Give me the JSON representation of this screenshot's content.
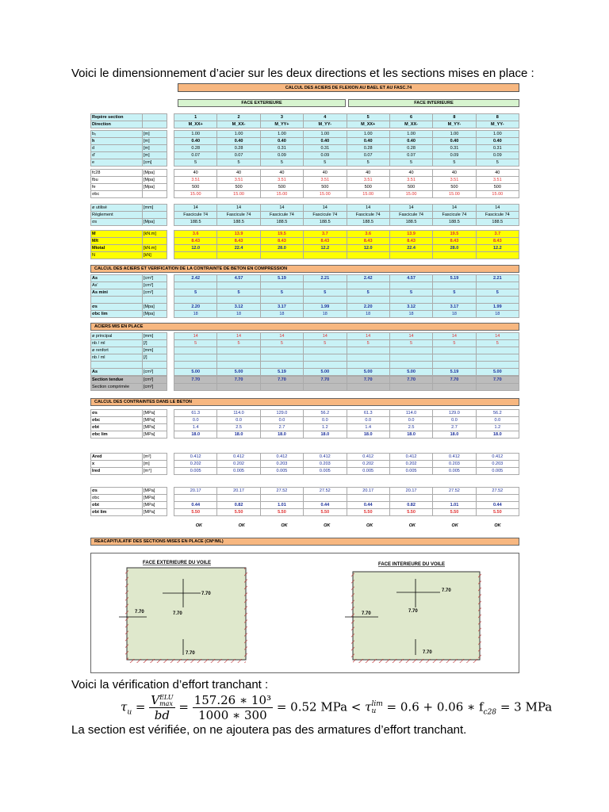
{
  "intro": "Voici le dimensionnement d’acier sur les deux directions et les sections mises en place :",
  "table_title": "CALCUL DES ACIERS DE FLEXION AU BAEL ET AU FASC.74",
  "face_ext": "FACE EXTERIEURE",
  "face_int": "FACE INTERIEURE",
  "header": {
    "label1": "Repère section",
    "label2": "Direction",
    "nums": [
      "1",
      "2",
      "3",
      "4",
      "5",
      "6",
      "8",
      "8"
    ],
    "dirs": [
      "M_XX+",
      "M_XX-",
      "M_YY+",
      "M_YY-",
      "M_XX+",
      "M_XX-",
      "M_YY-",
      "M_YY-"
    ]
  },
  "groups": [
    {
      "cls": "cy",
      "rows": [
        {
          "lab": "b₀",
          "un": "[m]",
          "v": [
            "1.00",
            "1.00",
            "1.00",
            "1.00",
            "1.00",
            "1.00",
            "1.00",
            "1.00"
          ],
          "c": ""
        },
        {
          "lab": "h",
          "un": "[m]",
          "v": [
            "0.40",
            "0.40",
            "0.40",
            "0.40",
            "0.40",
            "0.40",
            "0.40",
            "0.40"
          ],
          "c": "b"
        },
        {
          "lab": "d",
          "un": "[m]",
          "v": [
            "0.28",
            "0.28",
            "0.31",
            "0.31",
            "0.28",
            "0.28",
            "0.31",
            "0.31"
          ],
          "c": ""
        },
        {
          "lab": "d'",
          "un": "[m]",
          "v": [
            "0.07",
            "0.07",
            "0.09",
            "0.09",
            "0.07",
            "0.07",
            "0.09",
            "0.09"
          ],
          "c": ""
        },
        {
          "lab": "e",
          "un": "[cm]",
          "v": [
            "5",
            "5",
            "5",
            "5",
            "5",
            "5",
            "5",
            "5"
          ],
          "c": ""
        }
      ]
    },
    {
      "cls": "wh",
      "rows": [
        {
          "lab": "fc28",
          "un": "[Mpa]",
          "v": [
            "40",
            "40",
            "40",
            "40",
            "40",
            "40",
            "40",
            "40"
          ],
          "c": ""
        },
        {
          "lab": "fbu",
          "un": "[Mpa]",
          "v": [
            "3.51",
            "3.51",
            "3.51",
            "3.51",
            "3.51",
            "3.51",
            "3.51",
            "3.51"
          ],
          "c": "red"
        },
        {
          "lab": "fe",
          "un": "[Mpa]",
          "v": [
            "500",
            "500",
            "500",
            "500",
            "500",
            "500",
            "500",
            "500"
          ],
          "c": ""
        },
        {
          "lab": "σbc",
          "un": "",
          "v": [
            "15.00",
            "15.00",
            "15.00",
            "15.00",
            "15.00",
            "15.00",
            "15.00",
            "15.00"
          ],
          "c": "red"
        }
      ]
    },
    {
      "cls": "cy",
      "rows": [
        {
          "lab": "ø utilisé",
          "un": "[mm]",
          "v": [
            "14",
            "14",
            "14",
            "14",
            "14",
            "14",
            "14",
            "14"
          ],
          "c": ""
        },
        {
          "lab": "Règlement",
          "un": "",
          "v": [
            "Fascicule 74",
            "Fascicule 74",
            "Fascicule 74",
            "Fascicule 74",
            "Fascicule 74",
            "Fascicule 74",
            "Fascicule 74",
            "Fascicule 74"
          ],
          "c": ""
        },
        {
          "lab": "σs",
          "un": "[Mpa]",
          "v": [
            "188.5",
            "188.5",
            "188.5",
            "188.5",
            "188.5",
            "188.5",
            "188.5",
            "188.5"
          ],
          "c": ""
        }
      ]
    },
    {
      "cls": "yl",
      "rows": [
        {
          "lab": "M",
          "un": "[kN.m]",
          "v": [
            "3.6",
            "13.9",
            "19.5",
            "3.7",
            "3.6",
            "13.9",
            "19.5",
            "3.7"
          ],
          "c": "b red"
        },
        {
          "lab": "M/t",
          "un": "",
          "v": [
            "8.43",
            "8.43",
            "8.43",
            "8.43",
            "8.43",
            "8.43",
            "8.43",
            "8.43"
          ],
          "c": "b red"
        },
        {
          "lab": "Mtotal",
          "un": "[kN.m]",
          "v": [
            "12.0",
            "22.4",
            "28.0",
            "12.2",
            "12.0",
            "22.4",
            "28.0",
            "12.2"
          ],
          "c": "b blu"
        },
        {
          "lab": "N",
          "un": "[kN]",
          "v": [
            "",
            "",
            "",
            "",
            "",
            "",
            "",
            ""
          ],
          "c": ""
        }
      ]
    }
  ],
  "sec2_title": "CALCUL DES ACIERS ET VERIFICATION DE LA CONTRAINTE DE BETON EN COMPRESSION",
  "groups2": [
    {
      "cls": "cy",
      "rows": [
        {
          "lab": "As",
          "un": "[cm²]",
          "v": [
            "2.42",
            "4.57",
            "5.19",
            "2.21",
            "2.42",
            "4.57",
            "5.19",
            "2.21"
          ],
          "c": "b blu"
        },
        {
          "lab": "As'",
          "un": "[cm²]",
          "v": [
            "",
            "",
            "",
            "",
            "",
            "",
            "",
            ""
          ],
          "c": ""
        },
        {
          "lab": "As mini",
          "un": "[cm²]",
          "v": [
            "5",
            "5",
            "5",
            "5",
            "5",
            "5",
            "5",
            "5"
          ],
          "c": "b blu"
        },
        {
          "lab": "",
          "un": "",
          "v": [
            "",
            "",
            "",
            "",
            "",
            "",
            "",
            ""
          ],
          "c": ""
        },
        {
          "lab": "σs",
          "un": "[Mpa]",
          "v": [
            "2.20",
            "3.12",
            "3.17",
            "1.99",
            "2.20",
            "3.12",
            "3.17",
            "1.99"
          ],
          "c": "b blu"
        },
        {
          "lab": "σbc lim",
          "un": "[Mpa]",
          "v": [
            "18",
            "18",
            "18",
            "18",
            "18",
            "18",
            "18",
            "18"
          ],
          "c": "blu"
        }
      ]
    }
  ],
  "sec3_title": "ACIERS MIS EN PLACE",
  "groups3": [
    {
      "cls": "cy",
      "rows": [
        {
          "lab": "ø principal",
          "un": "[mm]",
          "v": [
            "14",
            "14",
            "14",
            "14",
            "14",
            "14",
            "14",
            "14"
          ],
          "c": "red"
        },
        {
          "lab": "nb / ml",
          "un": "[/]",
          "v": [
            "5",
            "5",
            "5",
            "5",
            "5",
            "5",
            "5",
            "5"
          ],
          "c": "red"
        },
        {
          "lab": "ø renfort",
          "un": "[mm]",
          "v": [
            "",
            "",
            "",
            "",
            "",
            "",
            "",
            ""
          ],
          "c": ""
        },
        {
          "lab": "nb / ml",
          "un": "[/]",
          "v": [
            "",
            "",
            "",
            "",
            "",
            "",
            "",
            ""
          ],
          "c": ""
        },
        {
          "lab": "",
          "un": "",
          "v": [
            "",
            "",
            "",
            "",
            "",
            "",
            "",
            ""
          ],
          "c": ""
        },
        {
          "lab": "As",
          "un": "[cm²]",
          "v": [
            "5.00",
            "5.00",
            "5.19",
            "5.00",
            "5.00",
            "5.00",
            "5.19",
            "5.00"
          ],
          "c": "b blu"
        }
      ]
    },
    {
      "cls": "gr",
      "rows": [
        {
          "lab": "Section tendue",
          "un": "[cm²]",
          "v": [
            "7.70",
            "7.70",
            "7.70",
            "7.70",
            "7.70",
            "7.70",
            "7.70",
            "7.70"
          ],
          "c": "b blu"
        },
        {
          "lab": "Section comprimée",
          "un": "[cm²]",
          "v": [
            "",
            "",
            "",
            "",
            "",
            "",
            "",
            ""
          ],
          "c": ""
        }
      ]
    }
  ],
  "sec4_title": "CALCUL DES CONTRAINTES DANS LE BETON",
  "groups4": [
    {
      "cls": "wh",
      "rows": [
        {
          "lab": "σs",
          "un": "[MPa]",
          "v": [
            "61.3",
            "114.0",
            "129.0",
            "56.2",
            "61.3",
            "114.0",
            "129.0",
            "56.2"
          ],
          "c": "blu"
        },
        {
          "lab": "σbc",
          "un": "[MPa]",
          "v": [
            "0.0",
            "0.0",
            "0.0",
            "0.0",
            "0.0",
            "0.0",
            "0.0",
            "0.0"
          ],
          "c": "blu"
        },
        {
          "lab": "σbt",
          "un": "[MPa]",
          "v": [
            "1.4",
            "2.5",
            "2.7",
            "1.2",
            "1.4",
            "2.5",
            "2.7",
            "1.2"
          ],
          "c": "blu"
        },
        {
          "lab": "σbc lim",
          "un": "[MPa]",
          "v": [
            "18.0",
            "18.0",
            "18.0",
            "18.0",
            "18.0",
            "18.0",
            "18.0",
            "18.0"
          ],
          "c": "b blu"
        }
      ]
    }
  ],
  "groups5": [
    {
      "cls": "wh",
      "rows": [
        {
          "lab": "Ared",
          "un": "[m²]",
          "v": [
            "0.412",
            "0.412",
            "0.412",
            "0.412",
            "0.412",
            "0.412",
            "0.412",
            "0.412"
          ],
          "c": "blu"
        },
        {
          "lab": "x",
          "un": "[m]",
          "v": [
            "0.202",
            "0.202",
            "0.203",
            "0.203",
            "0.202",
            "0.202",
            "0.203",
            "0.203"
          ],
          "c": "blu"
        },
        {
          "lab": "Ired",
          "un": "[m⁴]",
          "v": [
            "0.005",
            "0.005",
            "0.005",
            "0.005",
            "0.005",
            "0.005",
            "0.005",
            "0.005"
          ],
          "c": "blu"
        }
      ]
    }
  ],
  "groups6": [
    {
      "cls": "wh",
      "rows": [
        {
          "lab": "σs",
          "un": "[MPa]",
          "v": [
            "20.17",
            "20.17",
            "27.52",
            "27.52",
            "20.17",
            "20.17",
            "27.52",
            "27.52"
          ],
          "c": "blu"
        },
        {
          "lab": "σbc",
          "un": "[MPa]",
          "v": [
            "",
            "",
            "",
            "",
            "",
            "",
            "",
            ""
          ],
          "c": ""
        },
        {
          "lab": "σbt",
          "un": "[MPa]",
          "v": [
            "0.44",
            "0.82",
            "1.01",
            "0.44",
            "0.44",
            "0.82",
            "1.01",
            "0.44"
          ],
          "c": "b blu"
        },
        {
          "lab": "σbt lim",
          "un": "[MPa]",
          "v": [
            "5.50",
            "5.50",
            "5.50",
            "5.50",
            "5.50",
            "5.50",
            "5.50",
            "5.50"
          ],
          "c": "b red"
        }
      ]
    }
  ],
  "ok": [
    "OK",
    "OK",
    "OK",
    "OK",
    "OK",
    "OK",
    "OK",
    "OK"
  ],
  "sec5_title": "REACAPITULATIF DES SECTIONS MISES EN PLACE (CM²/ML)",
  "draw_ext": {
    "title": "FACE EXTERIEURE  DU VOILE",
    "v1": "7.70",
    "v2": "7.70",
    "v3": "7.70",
    "v4": "7.70"
  },
  "draw_int": {
    "title": "FACE INTERIEURE  DU VOILE",
    "v1": "7.70",
    "v2": "7.70",
    "v3": "7.70",
    "v4": "7.70"
  },
  "verif_title": "Voici la vérification d’effort tranchant :",
  "formula": {
    "tau": "τ",
    "u": "u",
    "eq": "=",
    "V": "V",
    "elu": "ELU",
    "max": "max",
    "bd": "bd",
    "num": "157.26 ∗ 10³",
    "den": "1000 ∗ 300",
    "res": "= 0.52 MPa <",
    "lim": "lim",
    "tail": "= 0.6 + 0.06 ∗ f",
    "c28": "c28",
    "end": "= 3 MPa"
  },
  "conclusion": "La section est vérifiée, on ne ajoutera pas des armatures d’effort tranchant."
}
